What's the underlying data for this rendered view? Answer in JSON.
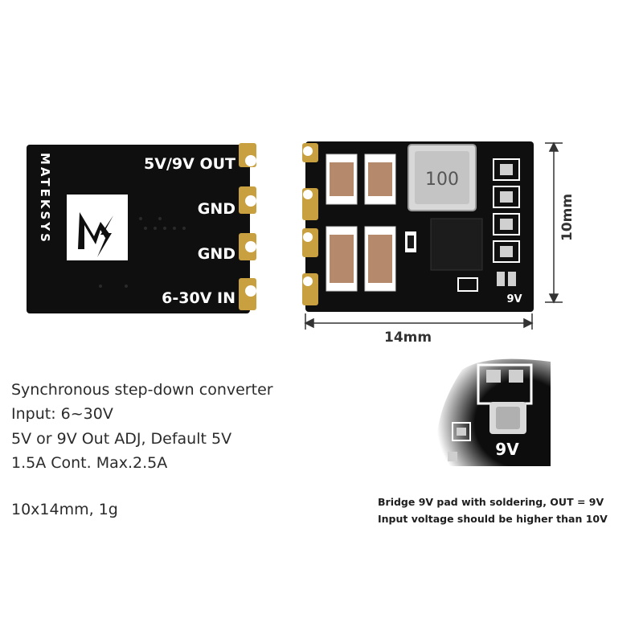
{
  "board_back": {
    "brand": "MATEKSYS",
    "pin_labels": [
      "5V/9V OUT",
      "GND",
      "GND",
      "6-30V IN"
    ]
  },
  "board_front": {
    "inductor_marking": "100",
    "pad_label": "9V"
  },
  "dimensions": {
    "height": "10mm",
    "width": "14mm"
  },
  "specs": {
    "line1": "Synchronous step-down converter",
    "line2": "Input: 6~30V",
    "line3": "5V or 9V Out ADJ, Default 5V",
    "line4": "1.5A Cont. Max.2.5A",
    "line5": "10x14mm, 1g"
  },
  "closeup": {
    "pad_label": "9V"
  },
  "note": {
    "line1": "Bridge 9V pad with soldering, OUT = 9V",
    "line2": "Input voltage should be higher than 10V"
  },
  "colors": {
    "pcb": "#0f0f0f",
    "gold_pad": "#c9a040",
    "silkscreen": "#ffffff",
    "text": "#2b2b2b"
  }
}
